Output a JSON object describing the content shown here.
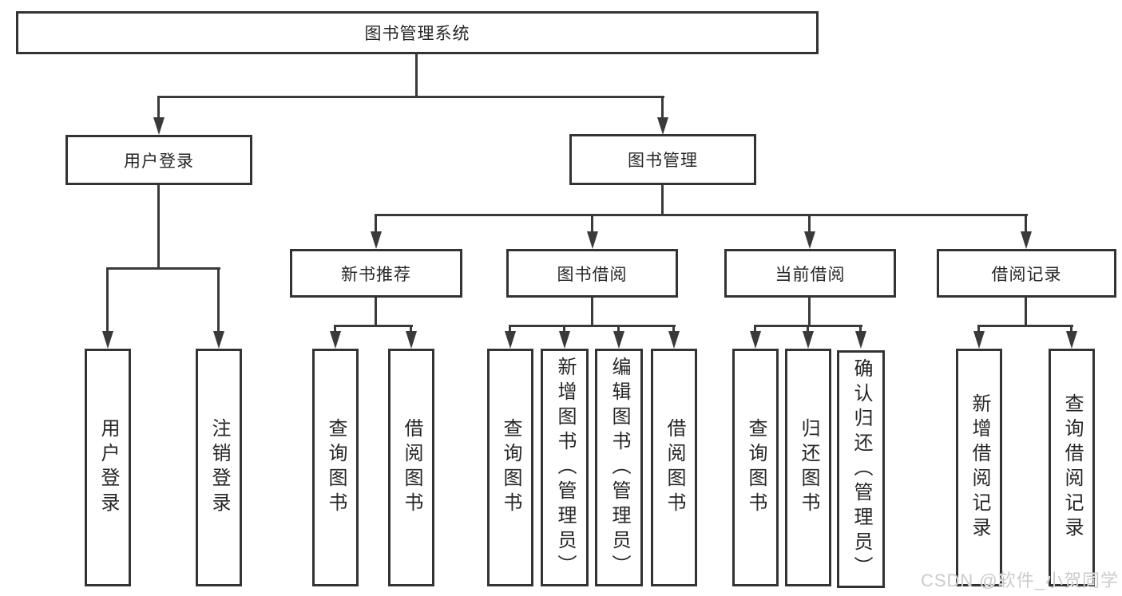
{
  "tree": {
    "root": "图书管理系统",
    "l2": [
      "用户登录",
      "图书管理"
    ],
    "l3": [
      "新书推荐",
      "图书借阅",
      "当前借阅",
      "借阅记录"
    ],
    "leaves_user": [
      "用户登录",
      "注销登录"
    ],
    "leaves_newbook": [
      "查询图书",
      "借阅图书"
    ],
    "leaves_borrow": [
      "查询图书",
      "新增图书（管理员）",
      "编辑图书（管理员）",
      "借阅图书"
    ],
    "leaves_current": [
      "查询图书",
      "归还图书",
      "确认归还（管理员）"
    ],
    "leaves_records": [
      "新增借阅记录",
      "查询借阅记录"
    ]
  },
  "watermark": "CSDN @软件_小贺同学",
  "colors": {
    "line": "#3a3a3a",
    "border": "#333333",
    "text": "#262626",
    "watermark": "#cbcbcb",
    "background": "#ffffff"
  }
}
